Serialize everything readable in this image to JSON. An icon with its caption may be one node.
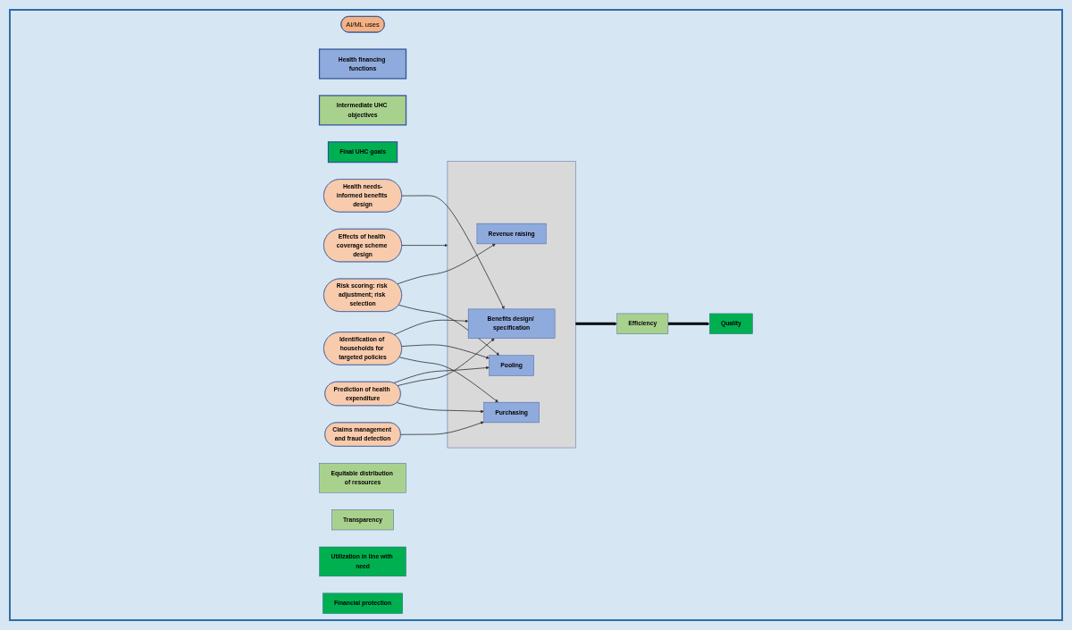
{
  "diagram": {
    "nodes": [
      {
        "text": [
          "AI/ML uses"
        ]
      },
      {
        "text": [
          "Health financing functions"
        ]
      },
      {
        "text": [
          "Intermediate UHC objectives"
        ]
      },
      {
        "text": [
          "Final UHC goals"
        ]
      },
      {
        "text": [],
        "shape": "box"
      },
      {
        "text": [
          "Revenue raising"
        ],
        "in": 4
      },
      {
        "text": [
          "Benefits design/ specification"
        ],
        "in": 4
      },
      {
        "text": [
          "Pooling"
        ],
        "in": 4
      },
      {
        "text": [
          "Purchasing"
        ],
        "in": 4
      },
      {
        "text": [
          "Risk scoring: risk adjustment; risk selection"
        ]
      },
      {
        "text": [
          "Identification of households for targeted policies"
        ]
      },
      {
        "text": [
          "Prediction of health expenditure"
        ]
      },
      {
        "text": [
          "Claims management and fraud detection"
        ]
      },
      {
        "text": [
          "Health needs-informed benefits design"
        ]
      },
      {
        "text": [
          "Effects of health coverage scheme design"
        ]
      },
      {
        "text": [
          "Equitable distribution of resources"
        ]
      },
      {
        "text": [
          "Efficiency"
        ]
      },
      {
        "text": [
          "Transparency"
        ]
      },
      {
        "text": [
          "Utilization in line with need"
        ]
      },
      {
        "text": [
          "Quality"
        ]
      },
      {
        "text": [
          "Financial protection"
        ]
      }
    ],
    "edges": [
      {
        "from": 9,
        "to": 5,
        "arrow": "to"
      },
      {
        "from": 9,
        "to": 7,
        "arrow": "to"
      },
      {
        "from": 10,
        "to": 6,
        "arrow": "to"
      },
      {
        "from": 10,
        "to": 7,
        "arrow": "to"
      },
      {
        "from": 10,
        "to": 8,
        "arrow": "to"
      },
      {
        "from": 11,
        "to": 7,
        "arrow": "to"
      },
      {
        "from": 11,
        "to": 6,
        "arrow": "to"
      },
      {
        "from": 11,
        "to": 8,
        "arrow": "to"
      },
      {
        "from": 12,
        "to": 8,
        "arrow": "to"
      },
      {
        "from": 13,
        "to": 6,
        "arrow": "to"
      },
      {
        "from": 14,
        "to": 4,
        "arrow": "to"
      },
      {
        "from": 4,
        "to": 16,
        "arrow": "to",
        "style": "thick"
      },
      {
        "from": 16,
        "to": 19,
        "arrow": "to",
        "style": "thick"
      }
    ]
  }
}
